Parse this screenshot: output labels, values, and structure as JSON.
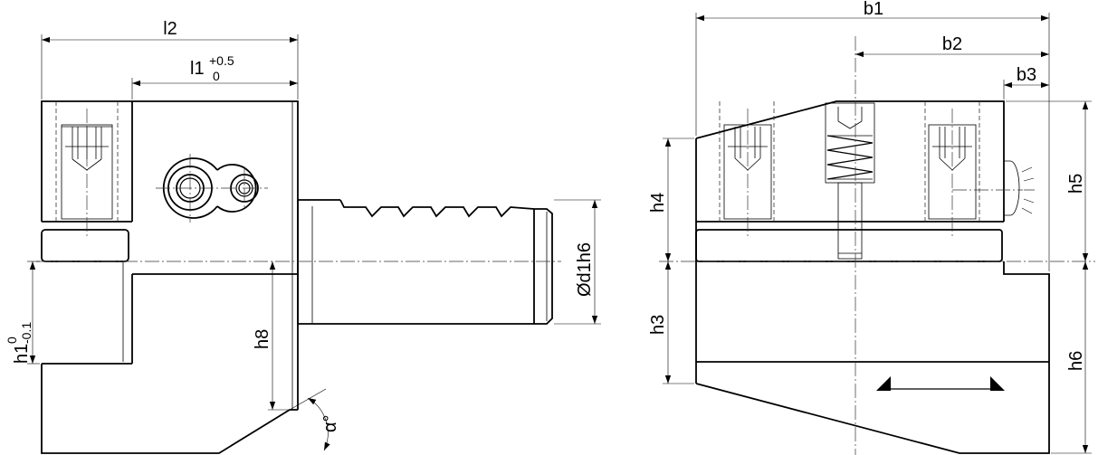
{
  "left_view": {
    "l2": "l2",
    "l1": "l1",
    "l1_tol_upper": "+0.5",
    "l1_tol_lower": "0",
    "h1": "h1",
    "h1_tol_upper": "0",
    "h1_tol_lower": "-0.1",
    "h8": "h8",
    "d1": "Ød1h6",
    "alpha": "α°"
  },
  "right_view": {
    "b1": "b1",
    "b2": "b2",
    "b3": "b3",
    "h4": "h4",
    "h3": "h3",
    "h5": "h5",
    "h6": "h6"
  }
}
